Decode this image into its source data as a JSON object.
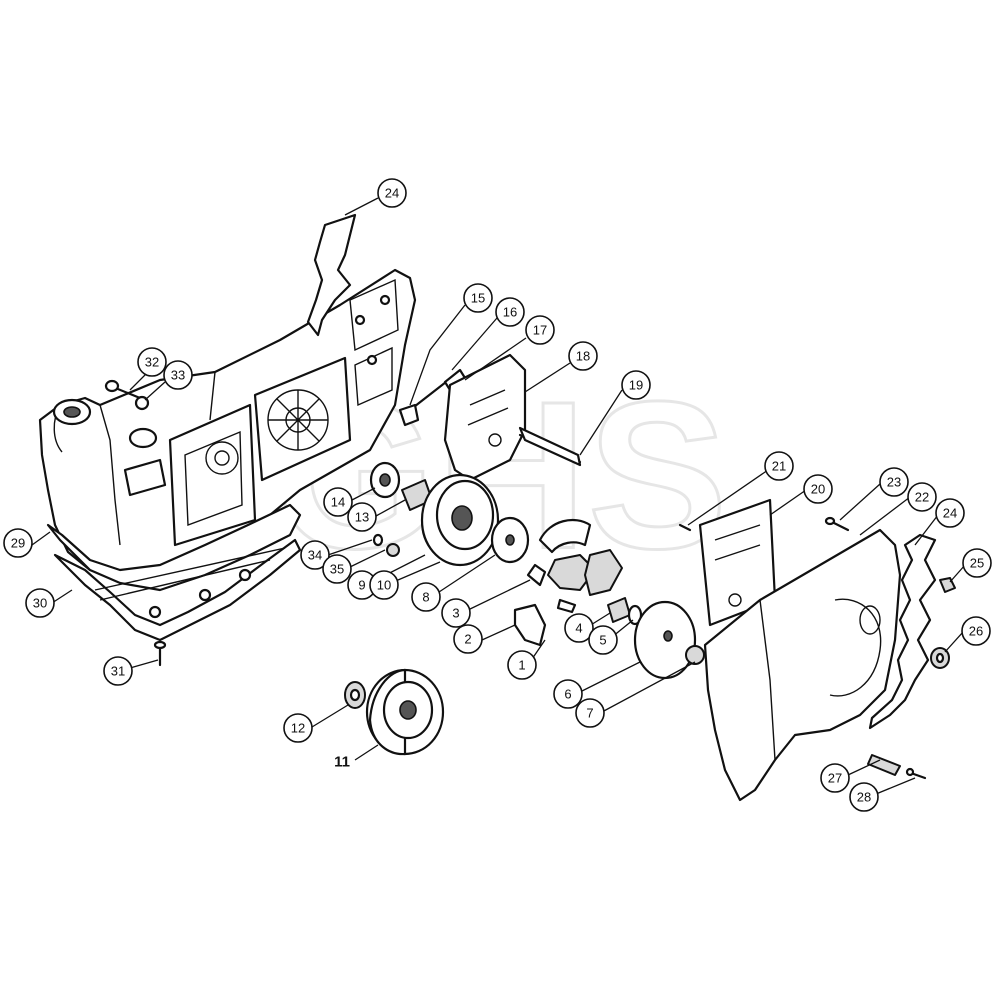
{
  "watermark": "GHS",
  "callouts": [
    {
      "label": "24"
    },
    {
      "label": "15"
    },
    {
      "label": "16"
    },
    {
      "label": "17"
    },
    {
      "label": "18"
    },
    {
      "label": "19"
    },
    {
      "label": "32"
    },
    {
      "label": "33"
    },
    {
      "label": "14"
    },
    {
      "label": "13"
    },
    {
      "label": "29"
    },
    {
      "label": "34"
    },
    {
      "label": "35"
    },
    {
      "label": "9"
    },
    {
      "label": "10"
    },
    {
      "label": "8"
    },
    {
      "label": "3"
    },
    {
      "label": "30"
    },
    {
      "label": "2"
    },
    {
      "label": "4"
    },
    {
      "label": "5"
    },
    {
      "label": "1"
    },
    {
      "label": "31"
    },
    {
      "label": "12"
    },
    {
      "label": "6"
    },
    {
      "label": "7"
    },
    {
      "label": "21"
    },
    {
      "label": "20"
    },
    {
      "label": "23"
    },
    {
      "label": "22"
    },
    {
      "label": "24"
    },
    {
      "label": "25"
    },
    {
      "label": "26"
    },
    {
      "label": "27"
    },
    {
      "label": "28"
    }
  ],
  "plain_labels": [
    {
      "label": "11"
    }
  ]
}
